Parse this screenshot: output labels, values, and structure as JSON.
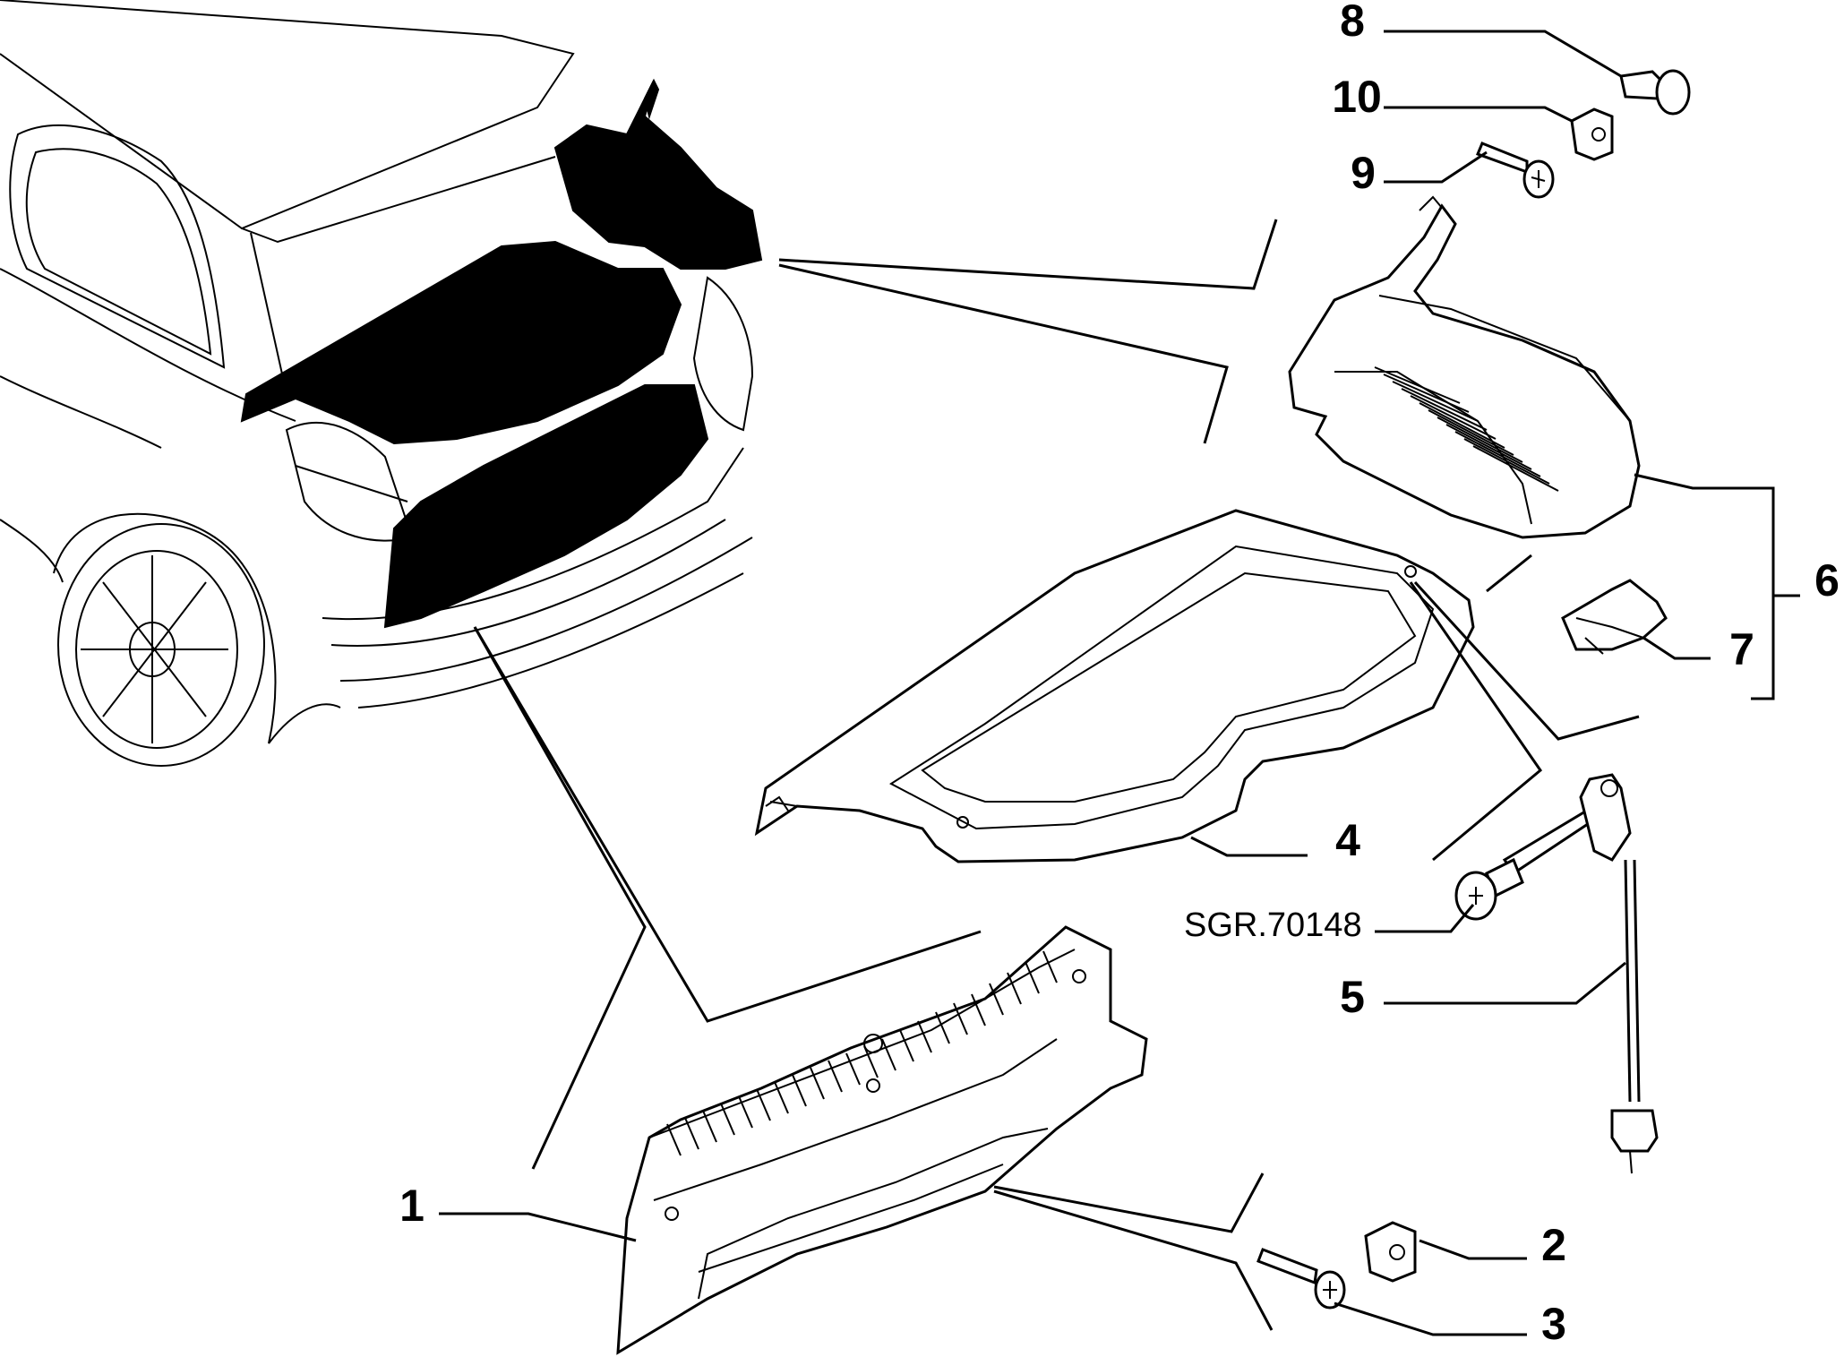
{
  "diagram": {
    "reference_code": "SGR.70148",
    "callouts": [
      {
        "id": "1",
        "label": "1"
      },
      {
        "id": "2",
        "label": "2"
      },
      {
        "id": "3",
        "label": "3"
      },
      {
        "id": "4",
        "label": "4"
      },
      {
        "id": "5",
        "label": "5"
      },
      {
        "id": "6",
        "label": "6"
      },
      {
        "id": "7",
        "label": "7"
      },
      {
        "id": "8",
        "label": "8"
      },
      {
        "id": "9",
        "label": "9"
      },
      {
        "id": "10",
        "label": "10"
      }
    ]
  }
}
